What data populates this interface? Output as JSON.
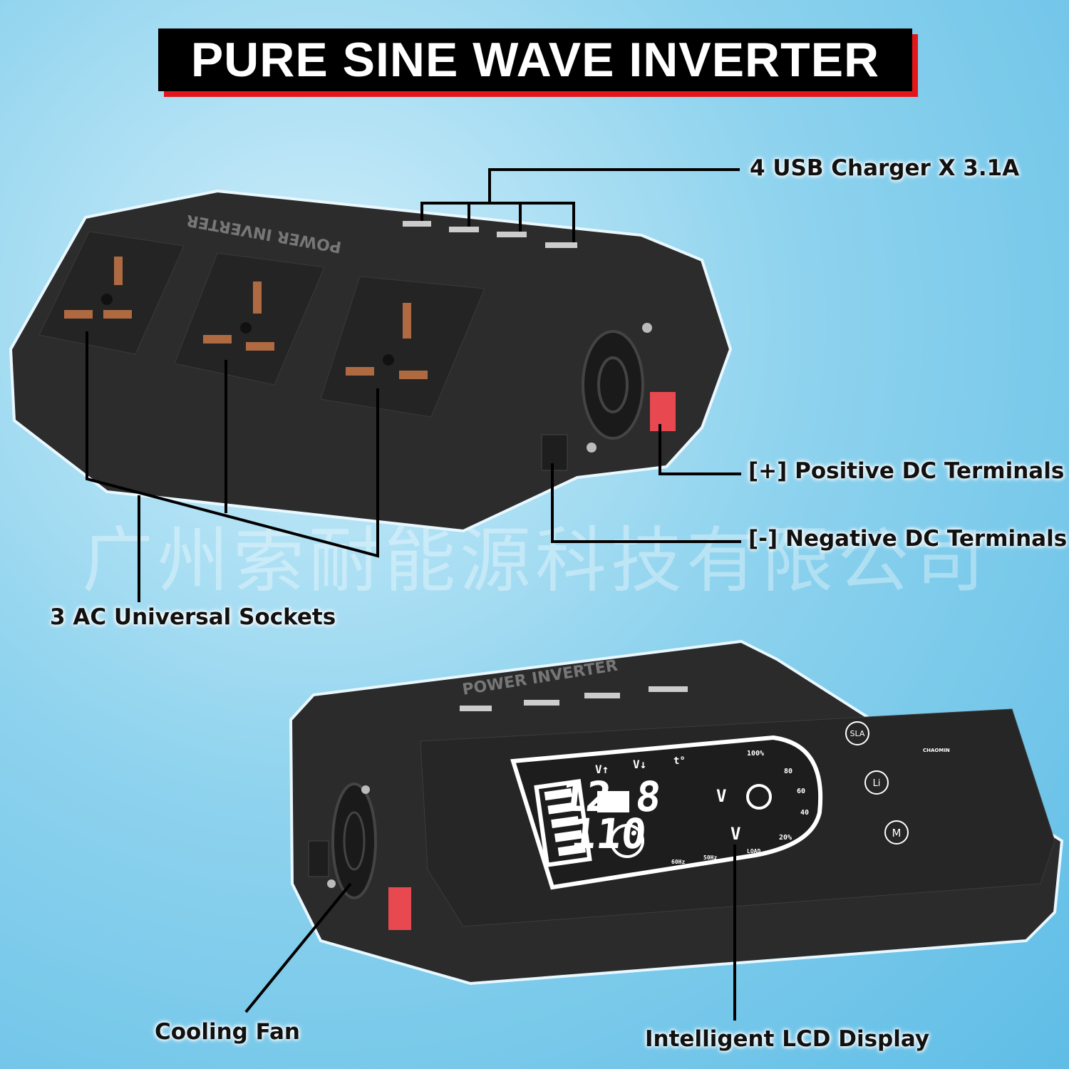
{
  "title": "PURE SINE WAVE INVERTER",
  "watermark": "广州索耐能源科技有限公司",
  "callouts": {
    "usb": "4 USB Charger X 3.1A",
    "positive": "[+] Positive DC Terminals",
    "negative": "[-] Negative DC Terminals",
    "sockets": "3 AC Universal Sockets",
    "fan": "Cooling Fan",
    "lcd": "Intelligent LCD Display"
  },
  "device": {
    "lettering": "POWER INVERTER",
    "brand": "CHAOMIN",
    "buttons": [
      "SLA",
      "Li",
      "M"
    ],
    "lcd": {
      "battery_voltage": "12.8",
      "battery_unit": "V",
      "output_voltage": "110",
      "output_unit": "V",
      "freq_60": "60Hz",
      "freq_50": "50Hz",
      "load": "LOAD",
      "load_scale": [
        "100%",
        "80",
        "60",
        "40",
        "20%"
      ],
      "indicators": [
        "V↑",
        "V↓",
        "t°"
      ]
    }
  },
  "colors": {
    "banner": "#000000",
    "banner_shadow": "#e3171b",
    "device": "#2b2b2b",
    "terminal_positive": "#e8484f"
  }
}
